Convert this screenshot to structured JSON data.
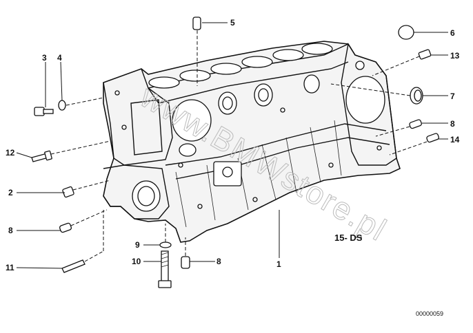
{
  "callouts": {
    "c1": "1",
    "c2": "2",
    "c3": "3",
    "c4": "4",
    "c5": "5",
    "c6": "6",
    "c7": "7",
    "c8a": "8",
    "c8b": "8",
    "c8c": "8",
    "c9": "9",
    "c10": "10",
    "c11": "11",
    "c12": "12",
    "c13": "13",
    "c14": "14"
  },
  "label_15": "15- DS",
  "watermark": "www.BMWstore.pl",
  "diagram_ref": "00000059",
  "colors": {
    "ink": "#111111",
    "watermark": "#bbbbbb",
    "background": "#ffffff"
  }
}
